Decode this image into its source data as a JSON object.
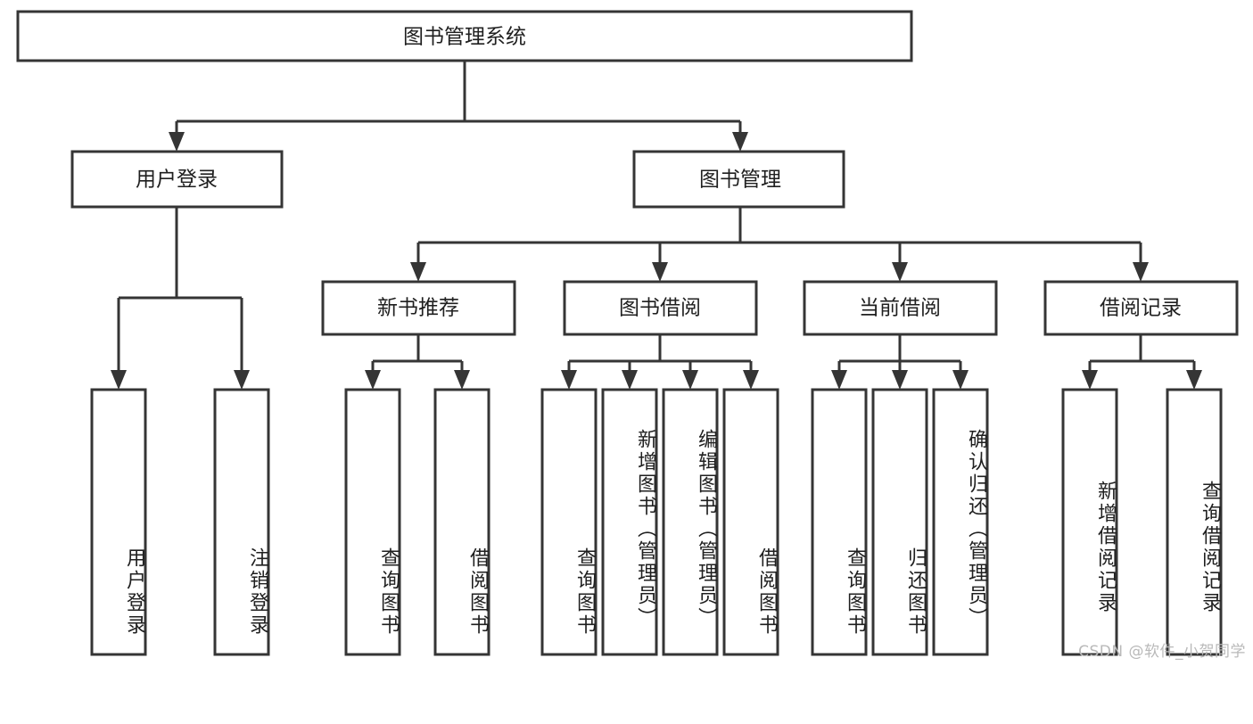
{
  "diagram": {
    "type": "tree",
    "title": "图书管理系统",
    "watermark": "CSDN @软件_小贺同学",
    "root": {
      "id": "root",
      "label": "图书管理系统"
    },
    "level2": [
      {
        "id": "user-login",
        "label": "用户登录"
      },
      {
        "id": "book-manage",
        "label": "图书管理"
      }
    ],
    "level3": [
      {
        "id": "new-book-recommend",
        "label": "新书推荐",
        "parent": "book-manage"
      },
      {
        "id": "book-borrow",
        "label": "图书借阅",
        "parent": "book-manage"
      },
      {
        "id": "current-borrow",
        "label": "当前借阅",
        "parent": "book-manage"
      },
      {
        "id": "borrow-record",
        "label": "借阅记录",
        "parent": "book-manage"
      }
    ],
    "leaves": [
      {
        "id": "leaf-user-login",
        "label": "用户登录",
        "parent": "user-login"
      },
      {
        "id": "leaf-logout-login",
        "label": "注销登录",
        "parent": "user-login"
      },
      {
        "id": "leaf-query-book-1",
        "label": "查询图书",
        "parent": "new-book-recommend"
      },
      {
        "id": "leaf-borrow-book-1",
        "label": "借阅图书",
        "parent": "new-book-recommend"
      },
      {
        "id": "leaf-query-book-2",
        "label": "查询图书",
        "parent": "book-borrow"
      },
      {
        "id": "leaf-add-book-admin",
        "label": "新增图书（管理员）",
        "parent": "book-borrow"
      },
      {
        "id": "leaf-edit-book-admin",
        "label": "编辑图书（管理员）",
        "parent": "book-borrow"
      },
      {
        "id": "leaf-borrow-book-2",
        "label": "借阅图书",
        "parent": "book-borrow"
      },
      {
        "id": "leaf-query-book-3",
        "label": "查询图书",
        "parent": "current-borrow"
      },
      {
        "id": "leaf-return-book",
        "label": "归还图书",
        "parent": "current-borrow"
      },
      {
        "id": "leaf-confirm-return-admin",
        "label": "确认归还（管理员）",
        "parent": "current-borrow"
      },
      {
        "id": "leaf-add-borrow-record",
        "label": "新增借阅记录",
        "parent": "borrow-record"
      },
      {
        "id": "leaf-query-borrow-record",
        "label": "查询借阅记录",
        "parent": "borrow-record"
      }
    ],
    "colors": {
      "stroke": "#353535",
      "fill": "#ffffff",
      "text": "#1f1f1f",
      "watermark": "#b9b9b9"
    }
  }
}
